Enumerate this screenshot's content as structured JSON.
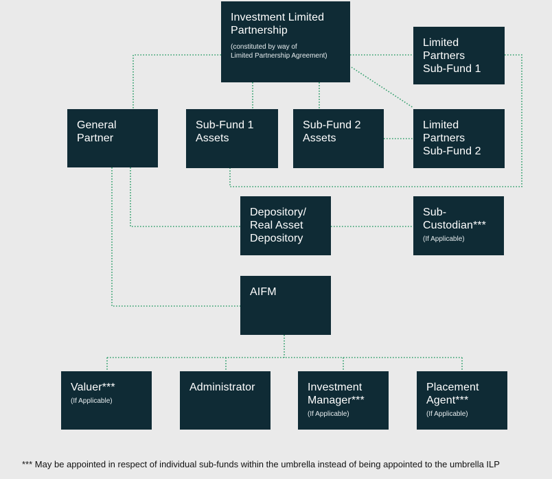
{
  "boxes": {
    "ilp": {
      "title": "Investment Limited\nPartnership",
      "note": "(constituted by way of\nLimited Partnership Agreement)"
    },
    "lp1": {
      "title": "Limited\nPartners\nSub-Fund 1"
    },
    "gp": {
      "title": "General\nPartner"
    },
    "sf1": {
      "title": "Sub-Fund 1\nAssets"
    },
    "sf2": {
      "title": "Sub-Fund 2\nAssets"
    },
    "lp2": {
      "title": "Limited\nPartners\nSub-Fund 2"
    },
    "depository": {
      "title": "Depository/\nReal Asset\nDepository"
    },
    "subcustodian": {
      "title": "Sub-\nCustodian***",
      "note": "(If Applicable)"
    },
    "aifm": {
      "title": "AIFM"
    },
    "valuer": {
      "title": "Valuer***",
      "note": "(If Applicable)"
    },
    "administrator": {
      "title": "Administrator"
    },
    "investment_manager": {
      "title": "Investment\nManager***",
      "note": "(If Applicable)"
    },
    "placement_agent": {
      "title": "Placement\nAgent***",
      "note": "(If Applicable)"
    }
  },
  "footnote": "*** May be appointed in respect of individual sub-funds within the umbrella instead of being appointed to the umbrella ILP",
  "colors": {
    "box": "#0f2b35",
    "connector": "#2f9e6a",
    "background": "#eaeaea"
  }
}
